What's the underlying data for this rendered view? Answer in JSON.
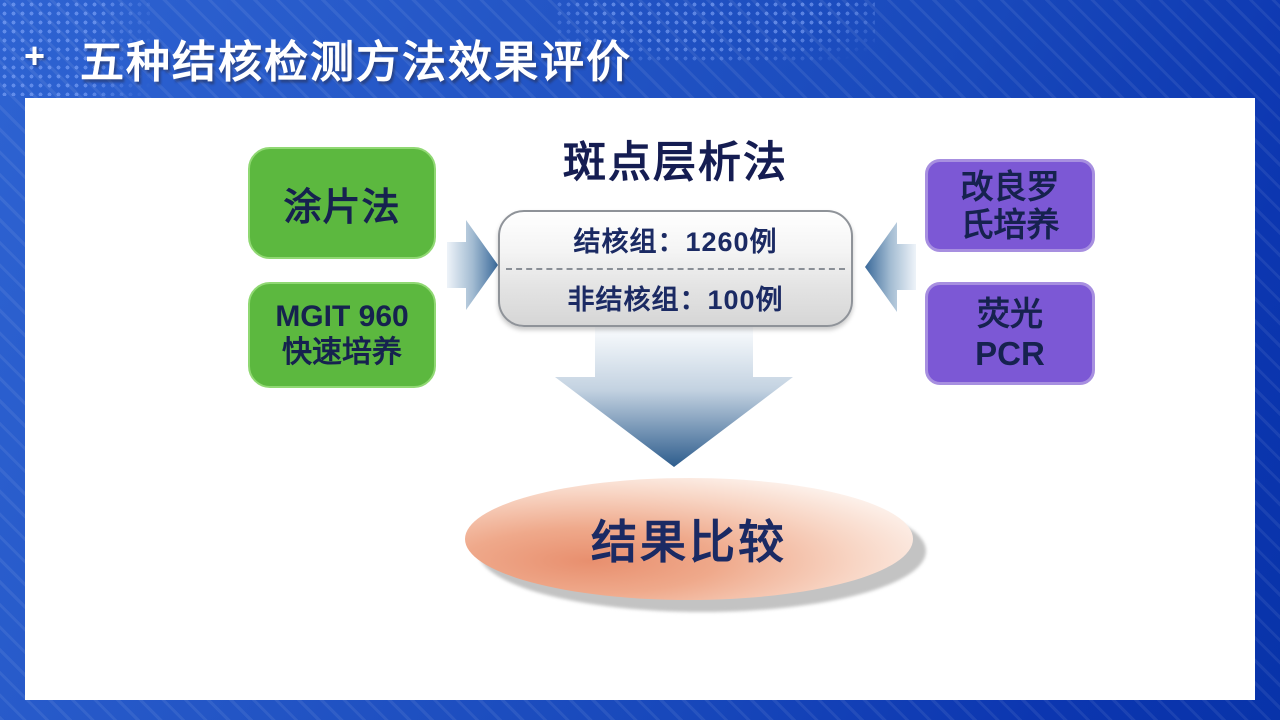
{
  "header": {
    "bullet": "+",
    "title": "五种结核检测方法效果评价"
  },
  "diagram": {
    "left_methods": [
      {
        "label": "涂片法"
      },
      {
        "label": "MGIT 960\n快速培养"
      }
    ],
    "center_method": {
      "title": "斑点层析法",
      "groups": [
        {
          "label": "结核组：1260例"
        },
        {
          "label": "非结核组：100例"
        }
      ]
    },
    "right_methods": [
      {
        "label": "改良罗\n氏培养"
      },
      {
        "label": "荧光\nPCR"
      }
    ],
    "result": {
      "label": "结果比较"
    }
  },
  "colors": {
    "slide_blue": "#2355c5",
    "slide_blue_dark": "#0a33ae",
    "method_green": "#5cb83f",
    "method_purple": "#7c58d5",
    "text_navy": "#16224f",
    "arrow_steel_blue": "#3a699a",
    "result_salmon": "#e88f6e"
  }
}
